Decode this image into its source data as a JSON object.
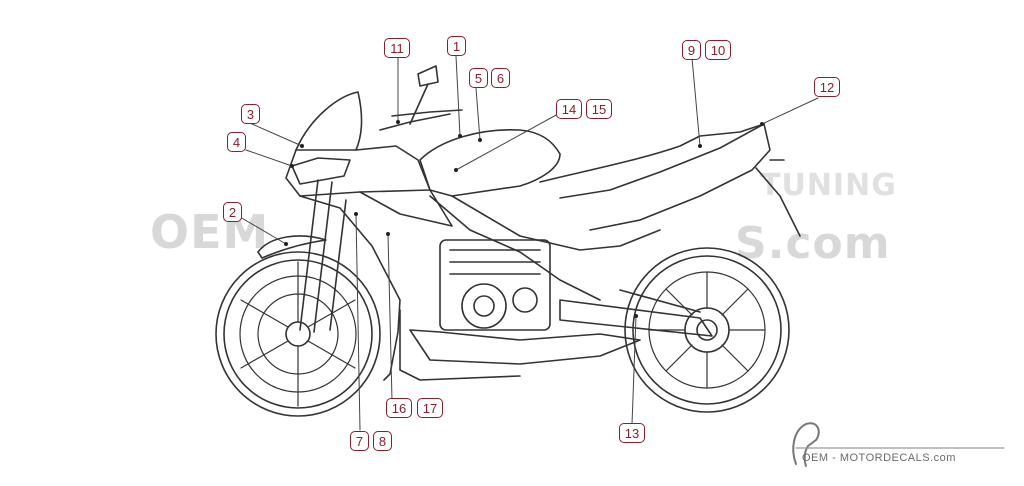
{
  "diagram": {
    "callouts": [
      {
        "id": "c1",
        "label": "1"
      },
      {
        "id": "c2",
        "label": "2"
      },
      {
        "id": "c3",
        "label": "3"
      },
      {
        "id": "c4",
        "label": "4"
      },
      {
        "id": "c5",
        "label": "5"
      },
      {
        "id": "c6",
        "label": "6"
      },
      {
        "id": "c7",
        "label": "7"
      },
      {
        "id": "c8",
        "label": "8"
      },
      {
        "id": "c9",
        "label": "9"
      },
      {
        "id": "c10",
        "label": "10"
      },
      {
        "id": "c11",
        "label": "11"
      },
      {
        "id": "c12",
        "label": "12"
      },
      {
        "id": "c13",
        "label": "13"
      },
      {
        "id": "c14",
        "label": "14"
      },
      {
        "id": "c15",
        "label": "15"
      },
      {
        "id": "c16",
        "label": "16"
      },
      {
        "id": "c17",
        "label": "17"
      }
    ],
    "accent_color": "#8b1d2c",
    "line_color": "#333333"
  },
  "watermark": {
    "text_left": "OEM",
    "text_right": "S.com",
    "text_tag": "TUNING"
  },
  "footer": {
    "text": "OEM - MOTORDECALS.com"
  }
}
